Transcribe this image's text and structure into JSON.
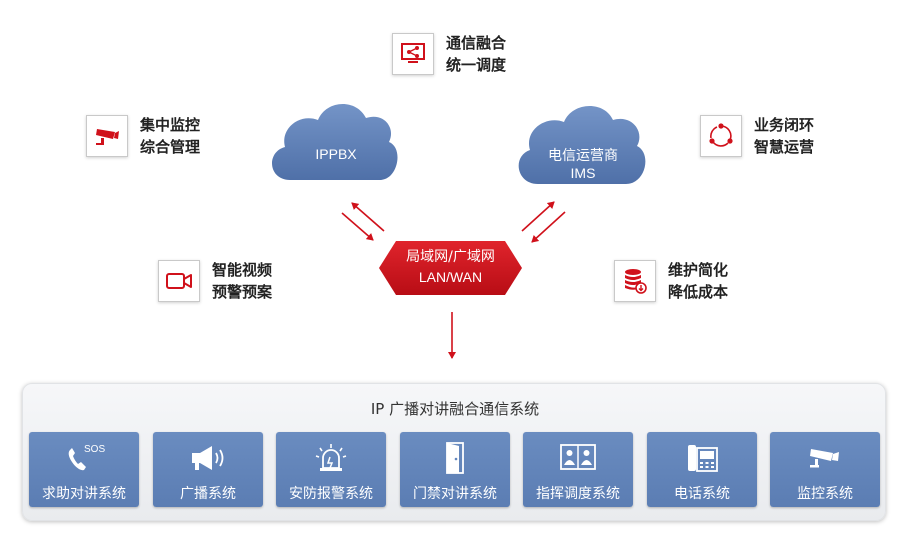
{
  "features": {
    "comm_dispatch": [
      "通信融合",
      "统一调度"
    ],
    "monitor_mgmt": [
      "集中监控",
      "综合管理"
    ],
    "closed_loop": [
      "业务闭环",
      "智慧运营"
    ],
    "video_alarm": [
      "智能视频",
      "预警预案"
    ],
    "maintenance": [
      "维护简化",
      "降低成本"
    ]
  },
  "clouds": {
    "ippbx": "IPPBX",
    "carrier": [
      "电信运营商",
      "IMS"
    ]
  },
  "network": [
    "局域网/广域网",
    "LAN/WAN"
  ],
  "panel": {
    "title": "IP 广播对讲融合通信系统",
    "systems": [
      "求助对讲系统",
      "广播系统",
      "安防报警系统",
      "门禁对讲系统",
      "指挥调度系统",
      "电话系统",
      "监控系统"
    ],
    "sos_text": "SOS"
  },
  "colors": {
    "accent_red": "#d0111b",
    "cloud_blue": "#5f81b8",
    "tile_blue": "#6386bd"
  }
}
